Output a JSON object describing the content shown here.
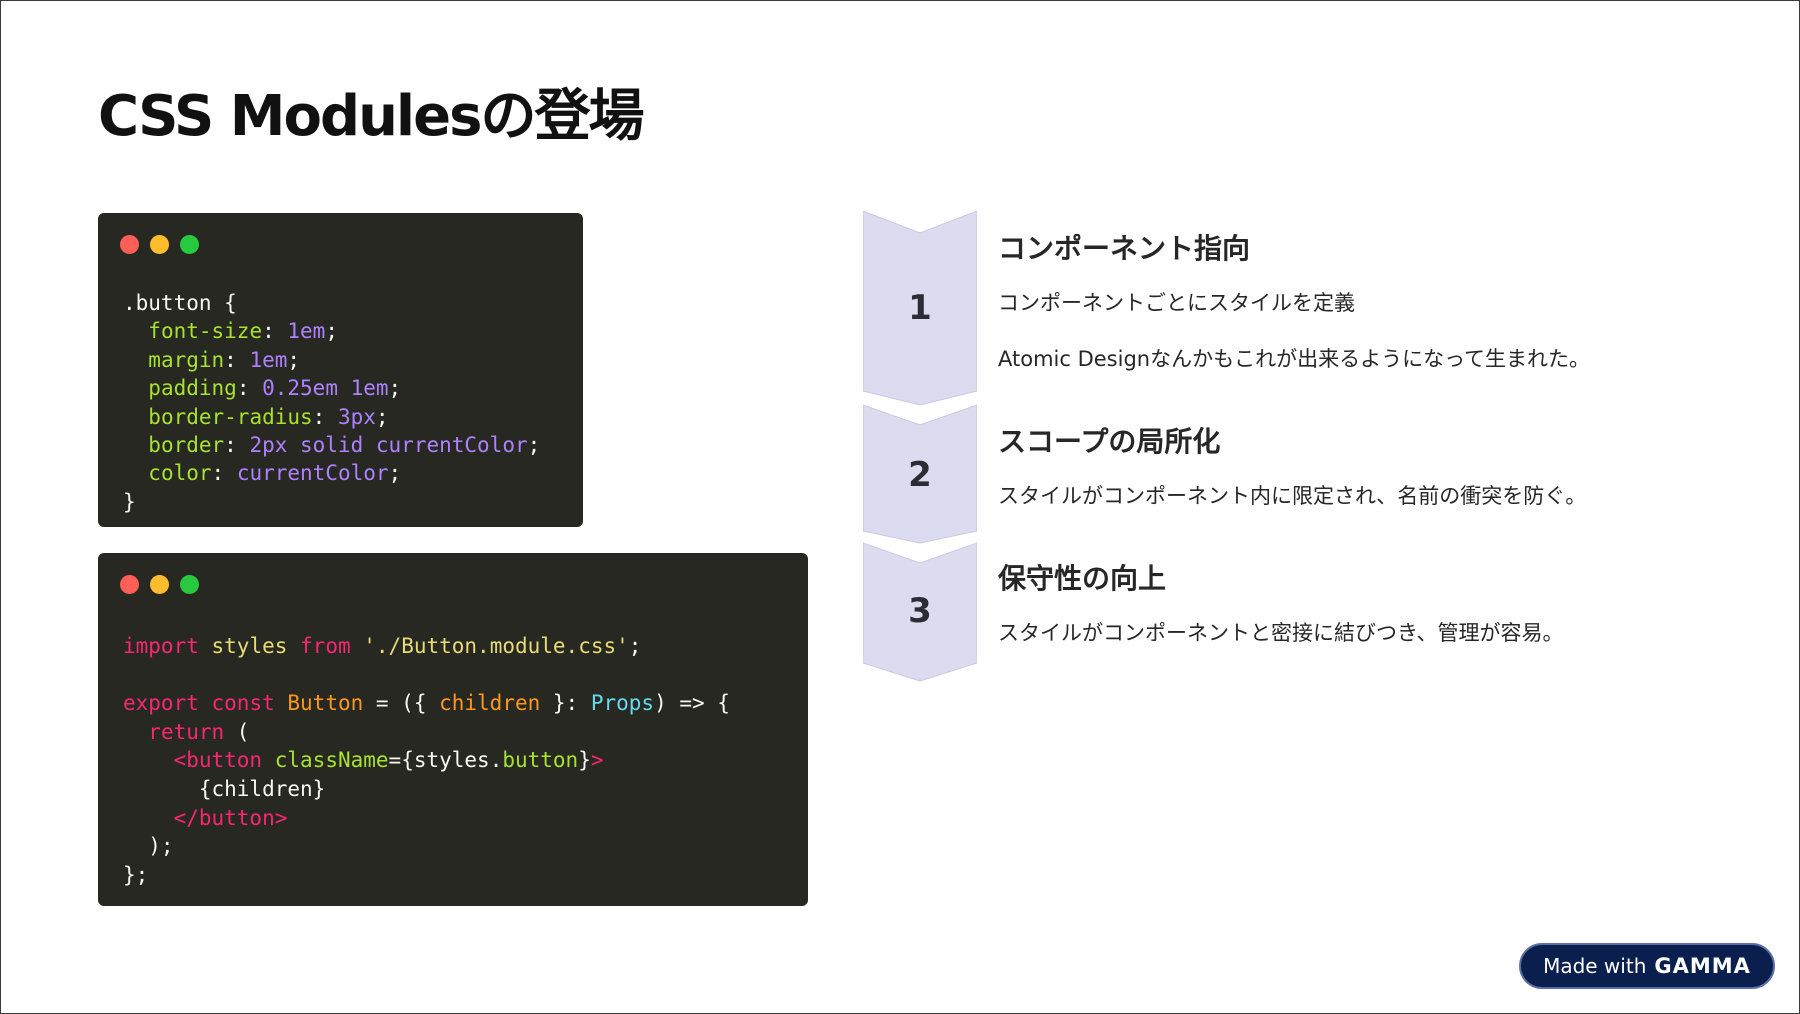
{
  "slide": {
    "title": "CSS Modulesの登場"
  },
  "colors": {
    "code_bg": "#272822",
    "dot_red": "#ff5f56",
    "dot_yellow": "#ffbd2e",
    "dot_green": "#27c93f",
    "chevron_fill": "#dcdcf0",
    "chevron_stroke": "#c9c9e6",
    "badge_bg": "#0b1f4f"
  },
  "code_block_1": {
    "lines": [
      [
        {
          "t": ".button {",
          "c": "#f8f8f2"
        }
      ],
      [
        {
          "t": "  ",
          "c": "#f8f8f2"
        },
        {
          "t": "font-size",
          "c": "#a6e22e"
        },
        {
          "t": ": ",
          "c": "#f8f8f2"
        },
        {
          "t": "1em",
          "c": "#ae81ff"
        },
        {
          "t": ";",
          "c": "#f8f8f2"
        }
      ],
      [
        {
          "t": "  ",
          "c": "#f8f8f2"
        },
        {
          "t": "margin",
          "c": "#a6e22e"
        },
        {
          "t": ": ",
          "c": "#f8f8f2"
        },
        {
          "t": "1em",
          "c": "#ae81ff"
        },
        {
          "t": ";",
          "c": "#f8f8f2"
        }
      ],
      [
        {
          "t": "  ",
          "c": "#f8f8f2"
        },
        {
          "t": "padding",
          "c": "#a6e22e"
        },
        {
          "t": ": ",
          "c": "#f8f8f2"
        },
        {
          "t": "0.25em 1em",
          "c": "#ae81ff"
        },
        {
          "t": ";",
          "c": "#f8f8f2"
        }
      ],
      [
        {
          "t": "  ",
          "c": "#f8f8f2"
        },
        {
          "t": "border-radius",
          "c": "#a6e22e"
        },
        {
          "t": ": ",
          "c": "#f8f8f2"
        },
        {
          "t": "3px",
          "c": "#ae81ff"
        },
        {
          "t": ";",
          "c": "#f8f8f2"
        }
      ],
      [
        {
          "t": "  ",
          "c": "#f8f8f2"
        },
        {
          "t": "border",
          "c": "#a6e22e"
        },
        {
          "t": ": ",
          "c": "#f8f8f2"
        },
        {
          "t": "2px solid currentColor",
          "c": "#ae81ff"
        },
        {
          "t": ";",
          "c": "#f8f8f2"
        }
      ],
      [
        {
          "t": "  ",
          "c": "#f8f8f2"
        },
        {
          "t": "color",
          "c": "#a6e22e"
        },
        {
          "t": ": ",
          "c": "#f8f8f2"
        },
        {
          "t": "currentColor",
          "c": "#ae81ff"
        },
        {
          "t": ";",
          "c": "#f8f8f2"
        }
      ],
      [
        {
          "t": "}",
          "c": "#f8f8f2"
        }
      ]
    ]
  },
  "code_block_2": {
    "lines": [
      [
        {
          "t": "import",
          "c": "#f92672"
        },
        {
          "t": " ",
          "c": "#f8f8f2"
        },
        {
          "t": "styles",
          "c": "#e6db74"
        },
        {
          "t": " ",
          "c": "#f8f8f2"
        },
        {
          "t": "from",
          "c": "#f92672"
        },
        {
          "t": " ",
          "c": "#f8f8f2"
        },
        {
          "t": "'./Button.module.css'",
          "c": "#e6db74"
        },
        {
          "t": ";",
          "c": "#f8f8f2"
        }
      ],
      [
        {
          "t": " ",
          "c": "#f8f8f2"
        }
      ],
      [
        {
          "t": "export",
          "c": "#f92672"
        },
        {
          "t": " ",
          "c": "#f8f8f2"
        },
        {
          "t": "const",
          "c": "#f92672"
        },
        {
          "t": " ",
          "c": "#f8f8f2"
        },
        {
          "t": "Button",
          "c": "#fd971f"
        },
        {
          "t": " = ({ ",
          "c": "#f8f8f2"
        },
        {
          "t": "children",
          "c": "#fd971f"
        },
        {
          "t": " }: ",
          "c": "#f8f8f2"
        },
        {
          "t": "Props",
          "c": "#66d9ef"
        },
        {
          "t": ") => {",
          "c": "#f8f8f2"
        }
      ],
      [
        {
          "t": "  ",
          "c": "#f8f8f2"
        },
        {
          "t": "return",
          "c": "#f92672"
        },
        {
          "t": " (",
          "c": "#f8f8f2"
        }
      ],
      [
        {
          "t": "    ",
          "c": "#f8f8f2"
        },
        {
          "t": "<button",
          "c": "#f92672"
        },
        {
          "t": " ",
          "c": "#f8f8f2"
        },
        {
          "t": "className",
          "c": "#a6e22e"
        },
        {
          "t": "={styles.",
          "c": "#f8f8f2"
        },
        {
          "t": "button",
          "c": "#a6e22e"
        },
        {
          "t": "}",
          "c": "#f8f8f2"
        },
        {
          "t": ">",
          "c": "#f92672"
        }
      ],
      [
        {
          "t": "      {children}",
          "c": "#f8f8f2"
        }
      ],
      [
        {
          "t": "    ",
          "c": "#f8f8f2"
        },
        {
          "t": "</button>",
          "c": "#f92672"
        }
      ],
      [
        {
          "t": "  );",
          "c": "#f8f8f2"
        }
      ],
      [
        {
          "t": "};",
          "c": "#f8f8f2"
        }
      ]
    ]
  },
  "steps": [
    {
      "number": "1",
      "title": "コンポーネント指向",
      "texts": [
        "コンポーネントごとにスタイルを定義",
        "Atomic Designなんかもこれが出来るようになって生まれた。"
      ]
    },
    {
      "number": "2",
      "title": "スコープの局所化",
      "texts": [
        "スタイルがコンポーネント内に限定され、名前の衝突を防ぐ。"
      ]
    },
    {
      "number": "3",
      "title": "保守性の向上",
      "texts": [
        "スタイルがコンポーネントと密接に結びつき、管理が容易。"
      ]
    }
  ],
  "badge": {
    "made_with": "Made with",
    "brand": "GAMMA"
  }
}
